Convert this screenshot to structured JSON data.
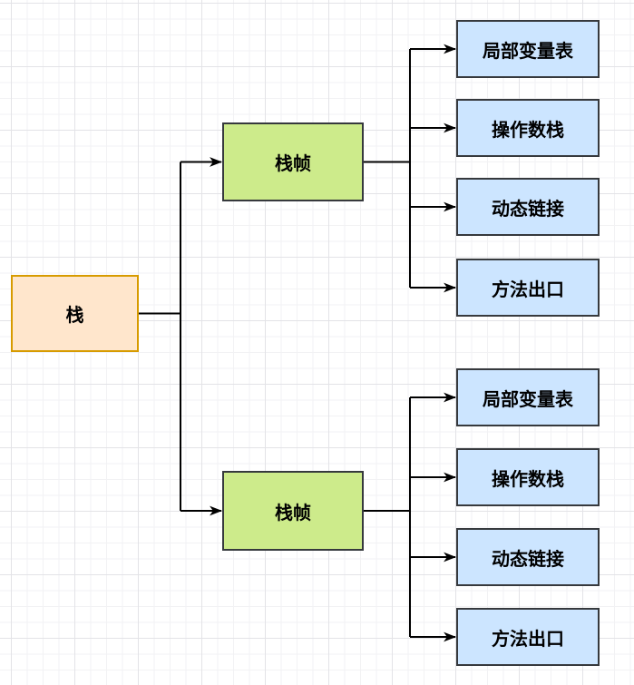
{
  "diagram": {
    "root": {
      "label": "栈"
    },
    "frames": [
      {
        "label": "栈帧",
        "children": [
          {
            "label": "局部变量表"
          },
          {
            "label": "操作数栈"
          },
          {
            "label": "动态链接"
          },
          {
            "label": "方法出口"
          }
        ]
      },
      {
        "label": "栈帧",
        "children": [
          {
            "label": "局部变量表"
          },
          {
            "label": "操作数栈"
          },
          {
            "label": "动态链接"
          },
          {
            "label": "方法出口"
          }
        ]
      }
    ],
    "colors": {
      "background": "#ffffff",
      "grid_minor": "#f2f2f4",
      "grid_major": "#e3e3e7",
      "root_fill": "#ffe6cc",
      "root_border": "#d79b00",
      "frame_fill": "#cdeb8b",
      "frame_border": "#36393d",
      "child_fill": "#cce5ff",
      "child_border": "#36393d",
      "connector": "#000000"
    }
  }
}
